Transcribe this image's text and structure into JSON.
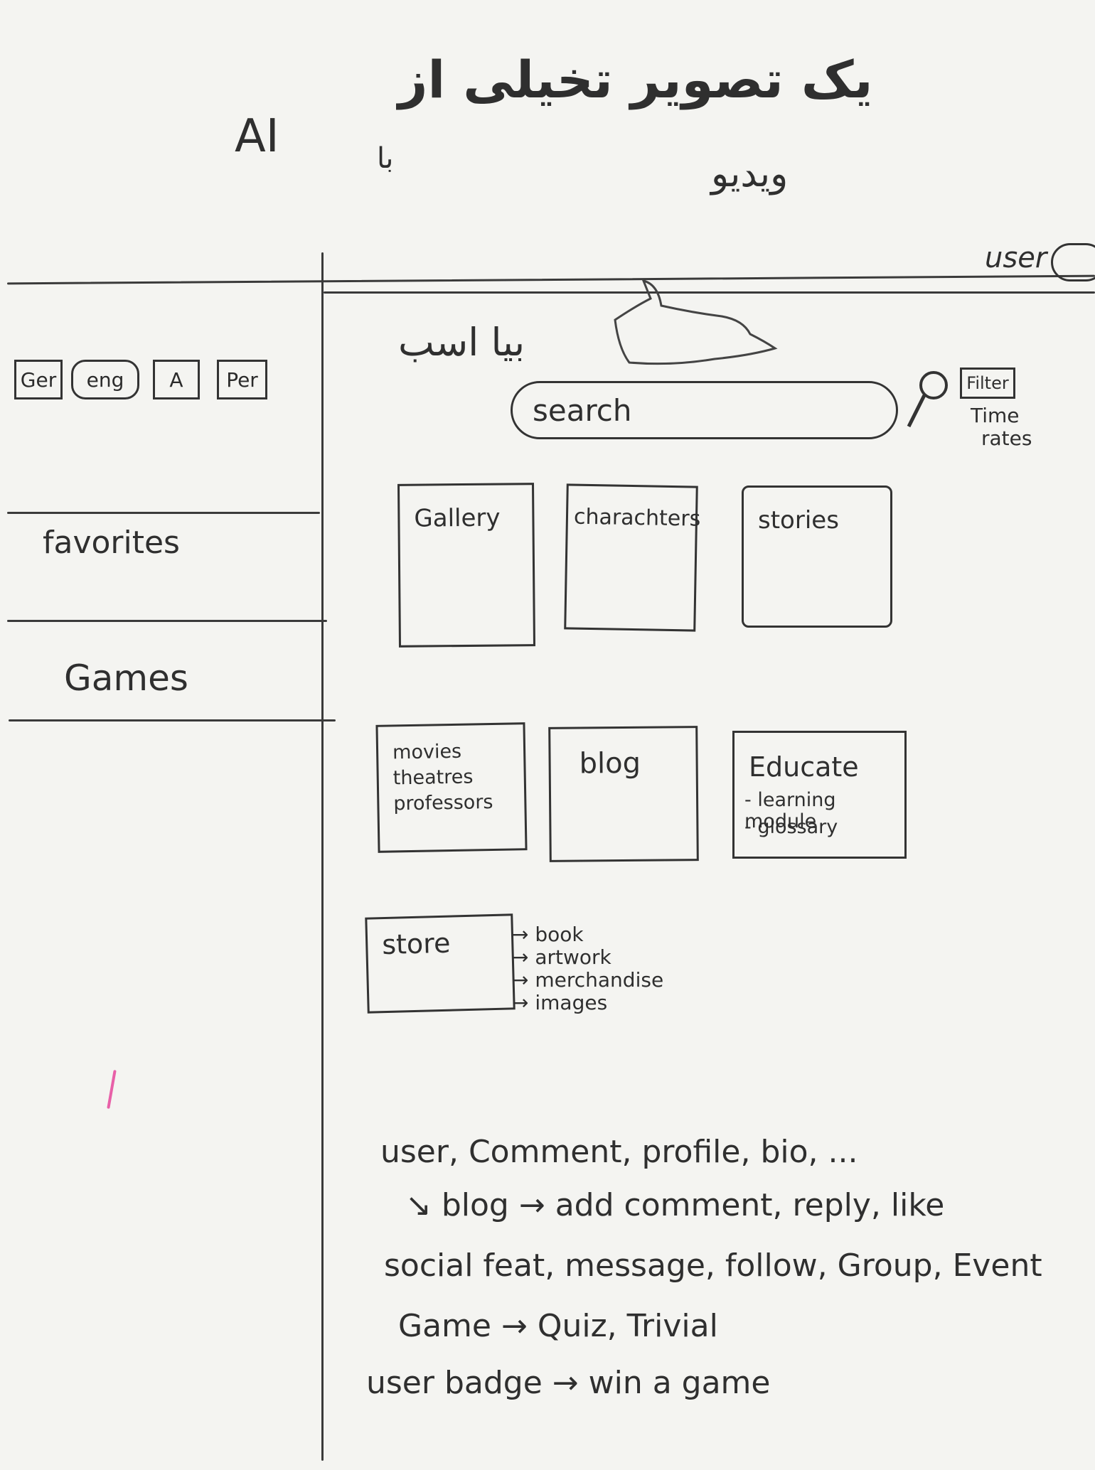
{
  "header": {
    "title_persian": "یک تصویر تخیلی از",
    "title_ai": "AI",
    "title_with": "با",
    "title_video": "ویدیو"
  },
  "topbar": {
    "user_label": "user"
  },
  "sidebar": {
    "lang_tags": [
      "Ger",
      "eng",
      "A",
      "Per"
    ],
    "items": [
      {
        "label": "favorites"
      },
      {
        "label": "Games"
      }
    ]
  },
  "main": {
    "logo_text": "بیا اسب",
    "search": {
      "placeholder": "search"
    },
    "filter": {
      "label": "Filter",
      "options": [
        "Time",
        "rates"
      ]
    },
    "cards": [
      {
        "title": "Gallery",
        "lines": []
      },
      {
        "title": "charachters",
        "lines": []
      },
      {
        "title": "stories",
        "lines": []
      },
      {
        "title": "",
        "lines": [
          "movies",
          "theatres",
          "professors"
        ]
      },
      {
        "title": "blog",
        "lines": []
      },
      {
        "title": "Educate",
        "lines": [
          "- learning module",
          "- glossary"
        ]
      },
      {
        "title": "store",
        "lines": []
      }
    ],
    "store_links": [
      "→ book",
      "→ artwork",
      "→ merchandise",
      "→ images"
    ]
  },
  "notes": [
    "user, Comment, profile, bio, ...",
    "↘ blog → add comment, reply, like",
    "social feat, message, follow, Group, Event",
    "Game → Quiz, Trivial",
    "user badge → win a game"
  ]
}
